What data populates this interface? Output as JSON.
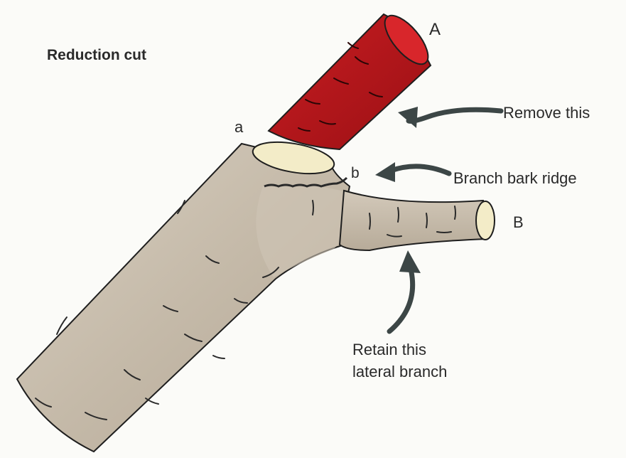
{
  "title": "Reduction cut",
  "labels": {
    "upper_A": "A",
    "lower_a": "a",
    "lower_b": "b",
    "upper_B": "B"
  },
  "callouts": {
    "remove": "Remove this",
    "ridge": "Branch bark ridge",
    "retain_line1": "Retain this",
    "retain_line2": "lateral branch"
  },
  "colors": {
    "removed_piece": "#b8151b",
    "bark": "#c9bfb0",
    "cut_face": "#f3ecc8",
    "arrow": "#3c4646",
    "outline": "#1e1e1e"
  }
}
